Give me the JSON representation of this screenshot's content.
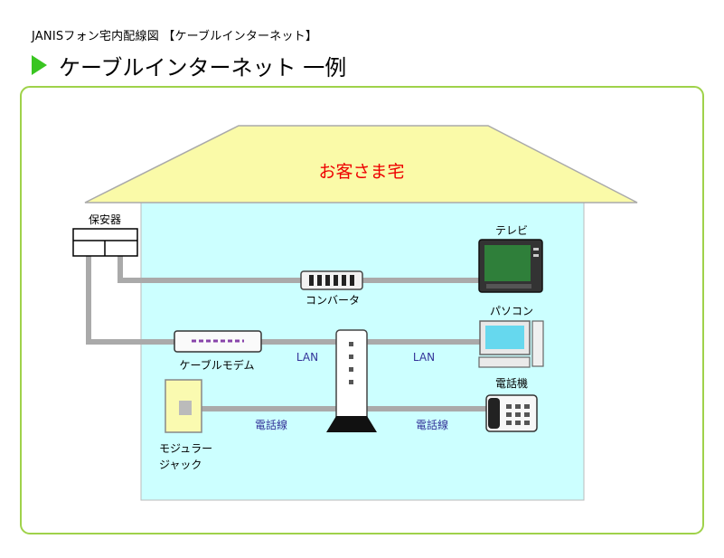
{
  "breadcrumb": "JANISフォン宅内配線図 【ケーブルインターネット】",
  "heading": "ケーブルインターネット 一例",
  "colors": {
    "accent_arrow": "#39c521",
    "frame_border": "#9fd24a",
    "roof": "#fafaa8",
    "room": "#ccffff",
    "wire": "#aaaaaa",
    "lan_label": "#333399",
    "house_title": "#ee0000"
  },
  "diagram": {
    "house_title": "お客さま宅",
    "labels": {
      "protector": "保安器",
      "tv": "テレビ",
      "converter": "コンバータ",
      "pc": "パソコン",
      "cable_modem": "ケーブルモデム",
      "lan_left": "LAN",
      "lan_right": "LAN",
      "phone": "電話機",
      "phone_line_left": "電話線",
      "phone_line_right": "電話線",
      "modular_jack_1": "モジュラー",
      "modular_jack_2": "ジャック"
    }
  }
}
